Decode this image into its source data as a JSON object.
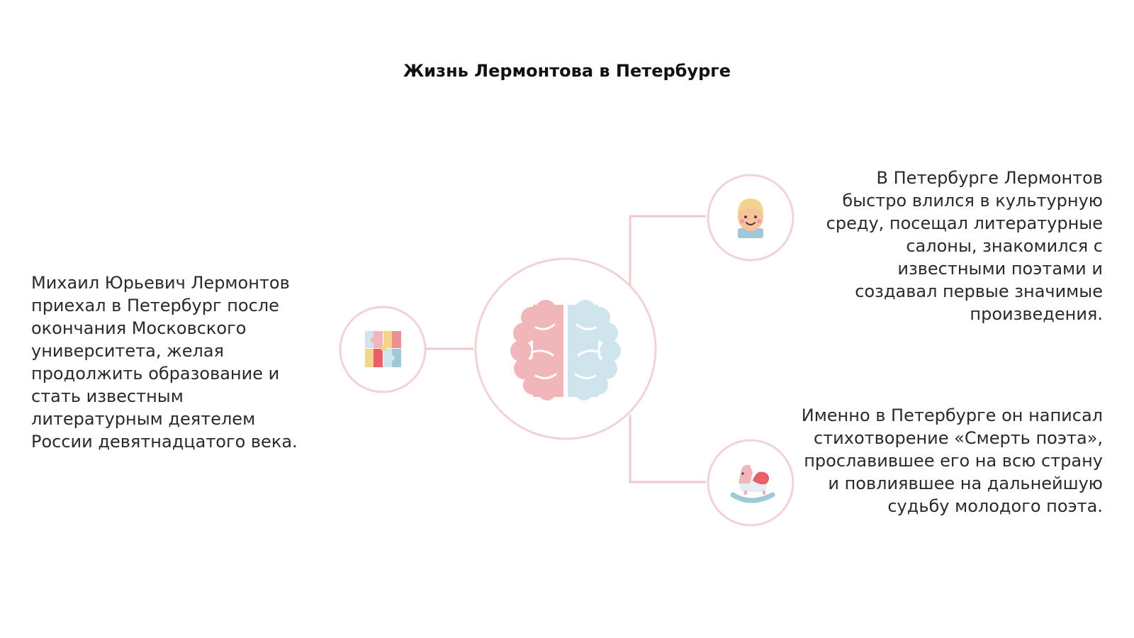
{
  "title": "Жизнь Лермонтова в Петербурге",
  "colors": {
    "ring": "#f2d3d4",
    "connector": "#f0c9cb",
    "brain_left": "#f1b6b9",
    "brain_right": "#cfe4ec"
  },
  "nodes": {
    "center": {
      "icon": "brain-icon"
    },
    "left": {
      "icon": "puzzle-icon",
      "text": "Михаил Юрьевич Лермонтов приехал в Петербург после окончания Московского университета, желая продолжить образование и стать известным литературным деятелем России девятнадцатого века."
    },
    "right_top": {
      "icon": "child-face-icon",
      "text": "В Петербурге Лермонтов быстро влился в культурную среду, посещал литературные салоны, знакомился с известными поэтами и создавал первые значимые произведения."
    },
    "right_bottom": {
      "icon": "rocking-horse-icon",
      "text": "Именно в Петербурге он написал стихотворение «Смерть поэта», прославившее его на всю страну и повлиявшее на дальнейшую судьбу молодого поэта."
    }
  }
}
